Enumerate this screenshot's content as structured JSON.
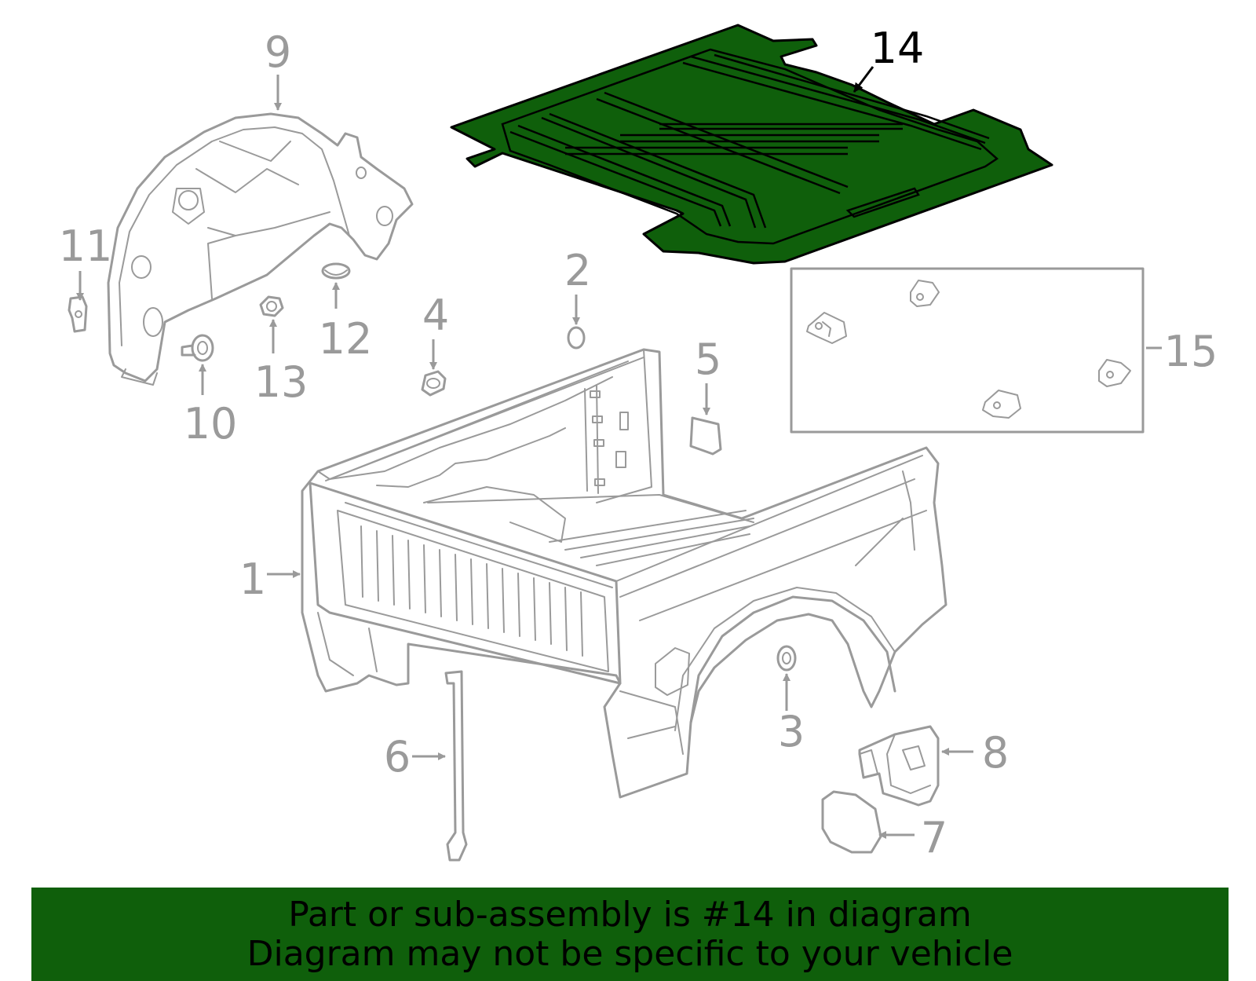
{
  "diagram": {
    "callouts": {
      "c1": "1",
      "c2": "2",
      "c3": "3",
      "c4": "4",
      "c5": "5",
      "c6": "6",
      "c7": "7",
      "c8": "8",
      "c9": "9",
      "c10": "10",
      "c11": "11",
      "c12": "12",
      "c13": "13",
      "c14": "14",
      "c15": "15"
    },
    "highlighted_part": "14",
    "highlight_color": "#0f5f0b",
    "line_color": "#9a9a9a"
  },
  "banner": {
    "line1": "Part or sub-assembly is #14 in diagram",
    "line2": "Diagram may not be specific to your vehicle"
  }
}
